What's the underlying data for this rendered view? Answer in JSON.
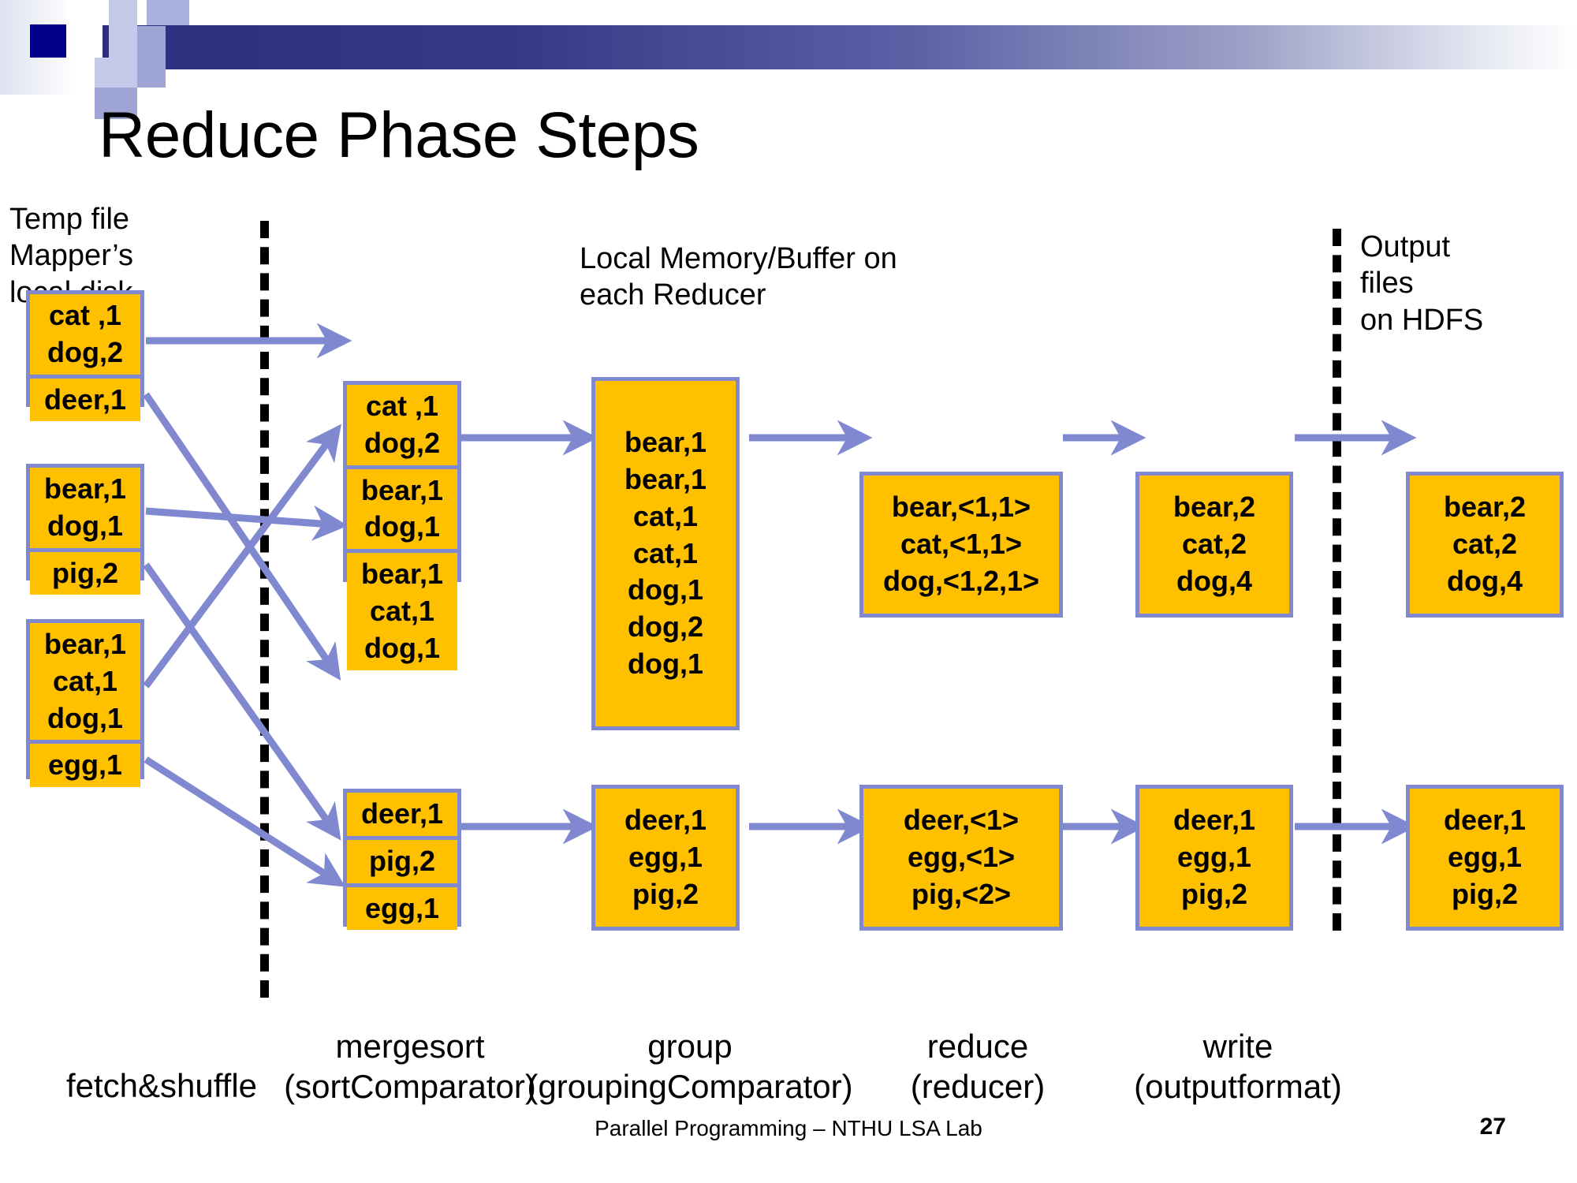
{
  "slide": {
    "title": "Reduce Phase Steps",
    "footer": "Parallel Programming – NTHU LSA Lab",
    "page_number": "27"
  },
  "colors": {
    "box_fill": "#ffc000",
    "box_border": "#8088d0",
    "arrow": "#8088d0",
    "header_bar": "#2b2f7e",
    "text": "#000000"
  },
  "captions": {
    "temp_file": "Temp file\nMapper’s\nlocal disk",
    "local_buffer": "Local Memory/Buffer on\neach Reducer",
    "output_files": "Output\nfiles\non HDFS"
  },
  "steps": {
    "fetch": {
      "name": "fetch&shuffle",
      "sub": ""
    },
    "mergesort": {
      "name": "mergesort",
      "sub": "(sortComparator)"
    },
    "group": {
      "name": "group",
      "sub": "(groupingComparator)"
    },
    "reduce": {
      "name": "reduce",
      "sub": "(reducer)"
    },
    "write": {
      "name": "write",
      "sub": "(outputformat)"
    }
  },
  "columns": {
    "temp_files": [
      {
        "cells": [
          [
            "cat ,1",
            "dog,2"
          ],
          [
            "deer,1"
          ]
        ]
      },
      {
        "cells": [
          [
            "bear,1",
            "dog,1"
          ],
          [
            "pig,2"
          ]
        ]
      },
      {
        "cells": [
          [
            "bear,1",
            "cat,1",
            "dog,1"
          ],
          [
            "egg,1"
          ]
        ]
      }
    ],
    "mergesort_top": {
      "cells": [
        [
          "cat ,1",
          "dog,2"
        ],
        [
          "bear,1",
          "dog,1"
        ],
        [
          "bear,1",
          "cat,1",
          "dog,1"
        ]
      ]
    },
    "mergesort_bottom": {
      "cells": [
        [
          "deer,1"
        ],
        [
          "pig,2"
        ],
        [
          "egg,1"
        ]
      ]
    },
    "buffer_top": {
      "cells": [
        [
          "bear,1",
          "bear,1",
          "cat,1",
          "cat,1",
          "dog,1",
          "dog,2",
          "dog,1"
        ]
      ]
    },
    "buffer_bottom": {
      "cells": [
        [
          "deer,1",
          "egg,1",
          "pig,2"
        ]
      ]
    },
    "group_top": {
      "cells": [
        [
          "bear,<1,1>",
          "cat,<1,1>",
          "dog,<1,2,1>"
        ]
      ]
    },
    "group_bottom": {
      "cells": [
        [
          "deer,<1>",
          "egg,<1>",
          "pig,<2>"
        ]
      ]
    },
    "reduce_top": {
      "cells": [
        [
          "bear,2",
          "cat,2",
          "dog,4"
        ]
      ]
    },
    "reduce_bottom": {
      "cells": [
        [
          "deer,1",
          "egg,1",
          "pig,2"
        ]
      ]
    },
    "write_top": {
      "cells": [
        [
          "bear,2",
          "cat,2",
          "dog,4"
        ]
      ]
    },
    "write_bottom": {
      "cells": [
        [
          "deer,1",
          "egg,1",
          "pig,2"
        ]
      ]
    }
  }
}
